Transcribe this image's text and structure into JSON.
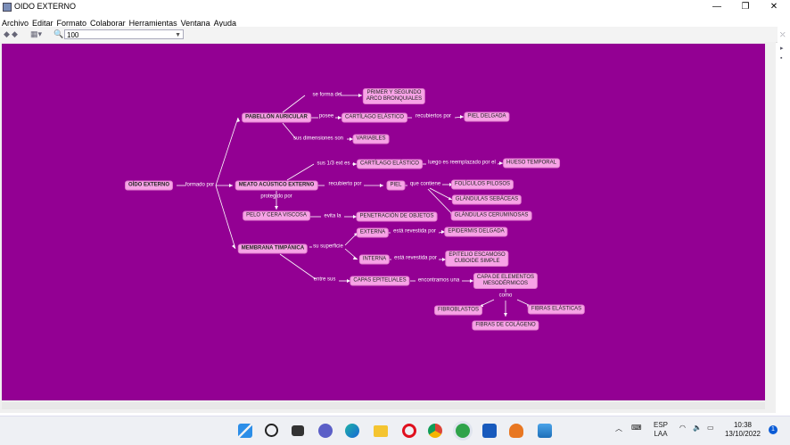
{
  "window": {
    "title": "OIDO EXTERNO",
    "controls": {
      "minimize": "—",
      "maximize": "❐",
      "close": "✕"
    }
  },
  "menu": [
    "Archivo",
    "Editar",
    "Formato",
    "Colaborar",
    "Herramientas",
    "Ventana",
    "Ayuda"
  ],
  "toolbar": {
    "zoom_value": "100"
  },
  "colors": {
    "canvas_bg": "#930093",
    "concept_fill": "#f7a3e6",
    "link_color": "#ffffff"
  },
  "concepts": {
    "oido_externo": "OÍDO EXTERNO",
    "pabellon_auricular": "PABELLÓN AURICULAR",
    "primer_segundo": "PRIMER Y SEGUNDO\nARCO BRONQUIALES",
    "cartilago_1": "CARTÍLAGO ELÁSTICO",
    "piel_delgada": "PIEL DELGADA",
    "variables": "VARIABLES",
    "meato": "MEATO ACÚSTICO EXTERNO",
    "cartilago_2": "CARTÍLAGO ELÁSTICO",
    "hueso_temporal": "HUESO TEMPORAL",
    "piel": "PIEL",
    "foliculos": "FOLÍCULOS PILOSOS",
    "sebaceas": "GLÁNDULAS SEBÁCEAS",
    "ceruminosas": "GLÁNDULAS CERUMINOSAS",
    "pelo_cera": "PELO Y CERA VISCOSA",
    "penetracion": "PENETRACIÓN DE OBJETOS",
    "membrana": "MEMBRANA TIMPÁNICA",
    "externa": "EXTERNA",
    "epidermis": "EPIDERMIS DELGADA",
    "interna": "INTERNA",
    "epitelio": "EPITELIO ESCAMOSO\nCUBOIDE SIMPLE",
    "capas_epiteliales": "CAPAS EPITELIALES",
    "capa_elementos": "CAPA DE ELEMENTOS\nMESODÉRMICOS",
    "fibroblastos": "FIBROBLASTOS",
    "fibras_elasticas": "FIBRAS ELÁSTICAS",
    "fibras_colageno": "FIBRAS DE COLÁGENO"
  },
  "links": {
    "formado_por": "formado por",
    "se_forma_del": "se forma del",
    "posee": "posee",
    "recubiertos_por": "recubiertos por",
    "sus_dimensiones": "sus dimensiones son",
    "sus_ext": "sus 1/3 ext es",
    "luego_reemplazado": "luego es reemplazado por el",
    "recubierto_por": "recubierto por",
    "que_contiene": "que contiene",
    "protegido_por": "protegido por",
    "evita_la": "evita la",
    "su_superficie": "su superficie",
    "esta_revestida_1": "está revestida por",
    "esta_revestida_2": "está revestida por",
    "entre_sus": "entre sus",
    "encontramos_una": "encontramos una",
    "como": "como"
  },
  "taskbar": {
    "language_1": "ESP",
    "language_2": "LAA",
    "time": "10:38",
    "date": "13/10/2022",
    "notifications": "1",
    "apps": [
      "windows-start",
      "search",
      "task-view",
      "teams-chat",
      "edge",
      "file-explorer",
      "opera",
      "chrome",
      "cmaptools",
      "word",
      "butterfly-app",
      "photos"
    ]
  }
}
